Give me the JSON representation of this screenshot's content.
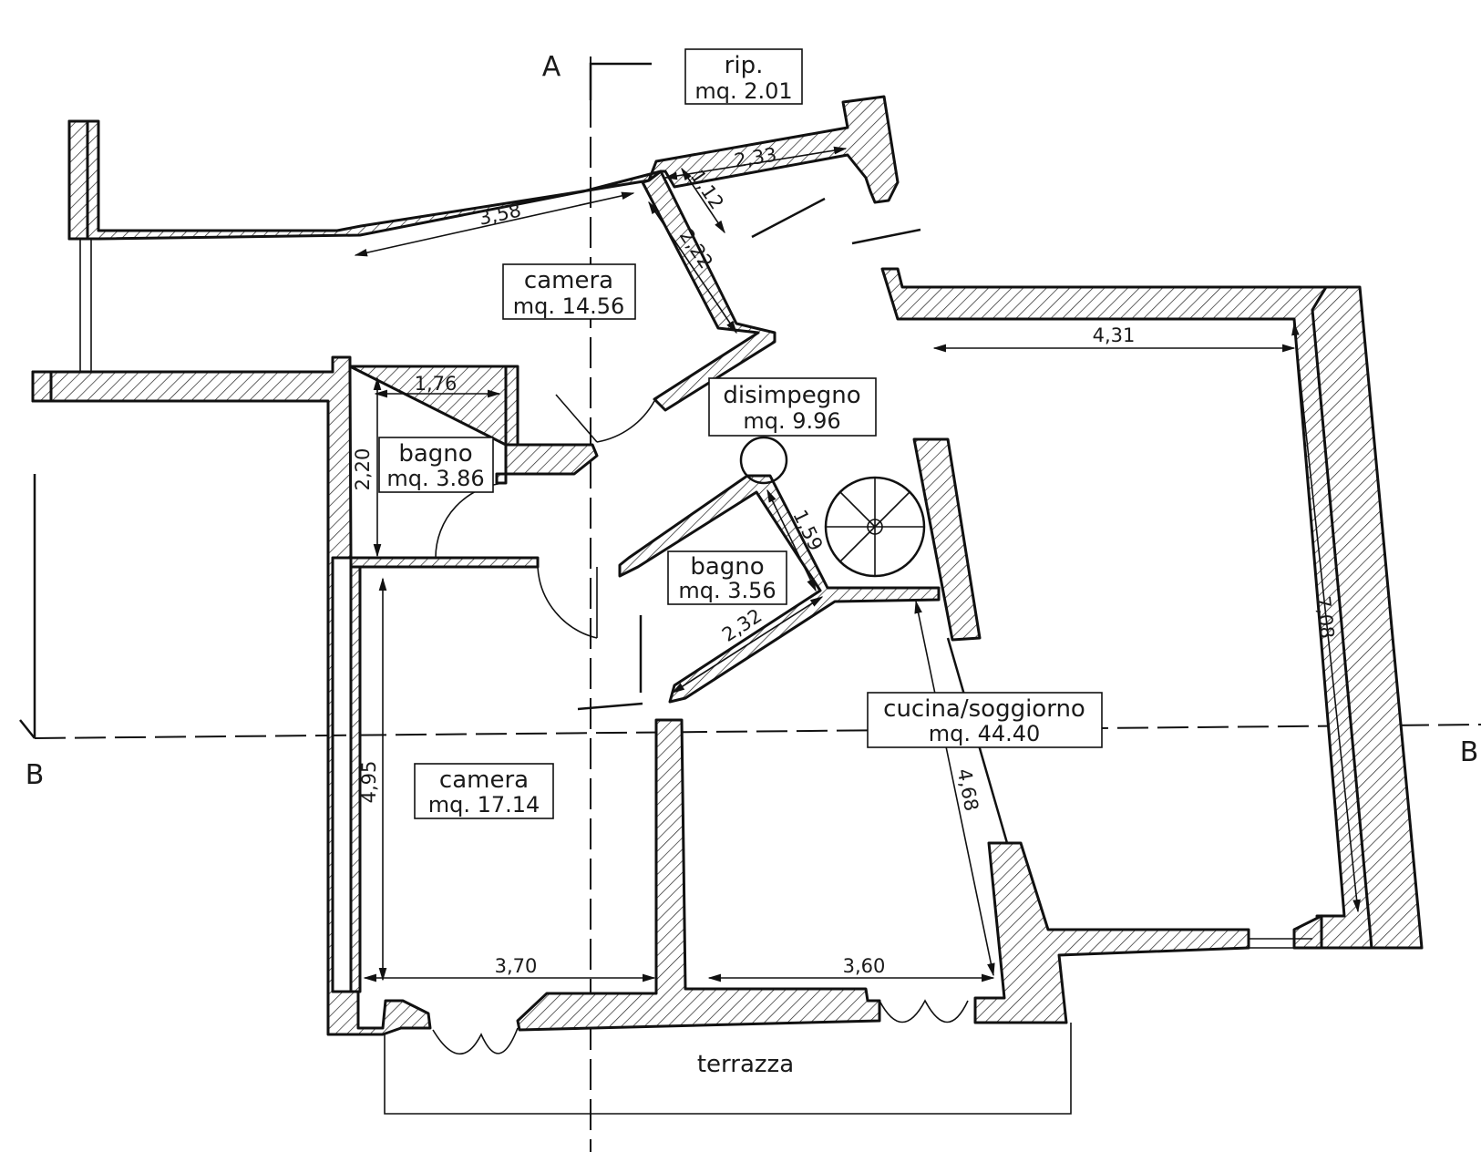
{
  "rooms": {
    "rip": {
      "name": "rip.",
      "area": "mq. 2.01"
    },
    "camera_top": {
      "name": "camera",
      "area": "mq. 14.56"
    },
    "disimpegno": {
      "name": "disimpegno",
      "area": "mq. 9.96"
    },
    "bagno_left": {
      "name": "bagno",
      "area": "mq. 3.86"
    },
    "bagno_center": {
      "name": "bagno",
      "area": "mq. 3.56"
    },
    "cucina": {
      "name": "cucina/soggiorno",
      "area": "mq. 44.40"
    },
    "camera_bottom": {
      "name": "camera",
      "area": "mq. 17.14"
    },
    "terrazza": {
      "name": "terrazza"
    }
  },
  "dimensions": {
    "d_233": "2,33",
    "d_112": "1,12",
    "d_358": "3,58",
    "d_222": "2,22",
    "d_431": "4,31",
    "d_176": "1,76",
    "d_220": "2,20",
    "d_159": "1,59",
    "d_232": "2,32",
    "d_708": "7,08",
    "d_495": "4,95",
    "d_468": "4,68",
    "d_370": "3,70",
    "d_360": "3,60"
  },
  "section_marks": {
    "a": "A",
    "b_left": "B",
    "b_right": "B"
  }
}
